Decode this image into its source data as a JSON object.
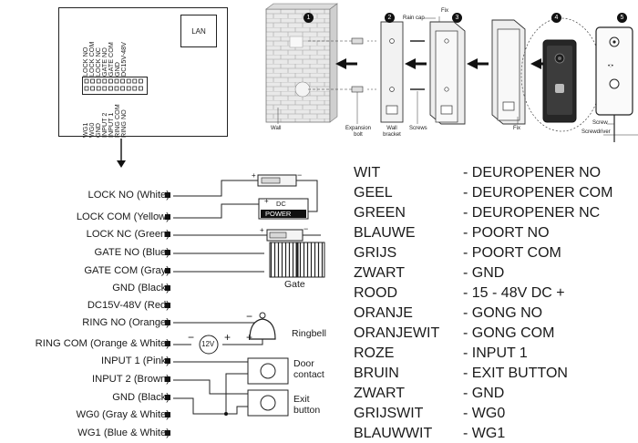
{
  "board": {
    "lan_label": "LAN",
    "pins": [
      "WG1",
      "WG0",
      "GND",
      "INPUT 2",
      "INPUT 1",
      "RING COM",
      "RING NO",
      "LOCK NO",
      "LOCK COM",
      "LOCK NC",
      "GATE NO",
      "GATE COM",
      "GND",
      "DC15V-48V"
    ]
  },
  "install": {
    "steps": [
      "1",
      "2",
      "3",
      "4",
      "5"
    ],
    "labels": {
      "wall": "Wall",
      "expansion_bolt": "Expansion bolt",
      "wall_bracket": "Wall bracket",
      "screws": "Screws",
      "rain_cap": "Rain cap",
      "fix_top": "Fix",
      "fix_bottom": "Fix",
      "screw": "Screw",
      "screwdriver": "Screwdriver"
    }
  },
  "wires": [
    "LOCK NO (White)",
    "LOCK COM (Yellow)",
    "LOCK NC (Green)",
    "GATE NO (Blue)",
    "GATE COM (Gray)",
    "GND (Black)",
    "DC15V-48V (Red)",
    "RING NO (Orange)",
    "RING COM (Orange & White)",
    "INPUT 1 (Pink)",
    "INPUT 2 (Brown)",
    "GND (Black)",
    "WG0 (Gray & White)",
    "WG1 (Blue & White)"
  ],
  "devices": {
    "dc": "DC",
    "power": "POWER",
    "gate": "Gate",
    "ringbell": "Ringbell",
    "v12": "12V",
    "door_contact": "Door contact",
    "exit_button": "Exit button",
    "plus": "+",
    "minus": "−"
  },
  "color_codes": [
    {
      "color": "WIT",
      "function": "- DEUROPENER NO"
    },
    {
      "color": "GEEL",
      "function": "- DEUROPENER COM"
    },
    {
      "color": "GREEN",
      "function": "- DEUROPENER NC"
    },
    {
      "color": "BLAUWE",
      "function": "- POORT NO"
    },
    {
      "color": "GRIJS",
      "function": "- POORT COM"
    },
    {
      "color": "ZWART",
      "function": "- GND"
    },
    {
      "color": "ROOD",
      "function": "- 15 - 48V DC +"
    },
    {
      "color": "ORANJE",
      "function": "- GONG NO"
    },
    {
      "color": "ORANJEWIT",
      "function": "- GONG COM"
    },
    {
      "color": "ROZE",
      "function": "- INPUT 1"
    },
    {
      "color": "BRUIN",
      "function": "- EXIT BUTTON"
    },
    {
      "color": "ZWART",
      "function": "- GND"
    },
    {
      "color": "GRIJSWIT",
      "function": "- WG0"
    },
    {
      "color": "BLAUWWIT",
      "function": "- WG1"
    }
  ]
}
